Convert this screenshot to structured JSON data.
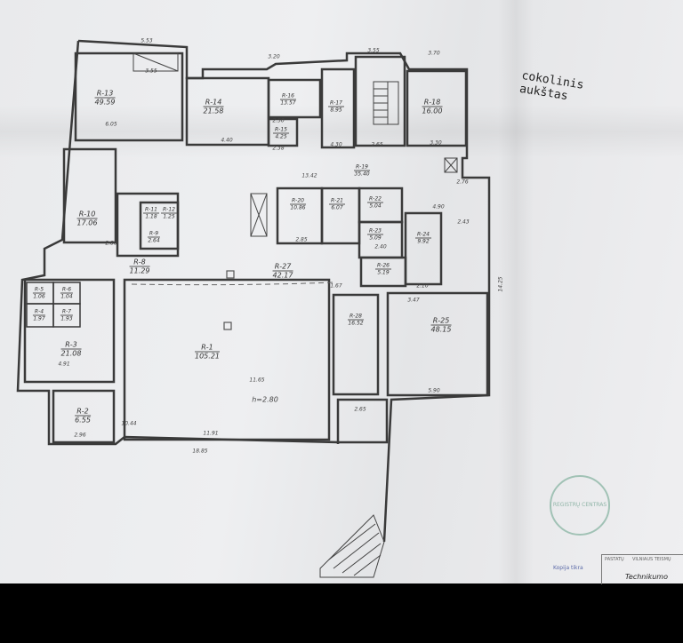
{
  "title": "cokolinis aukštas",
  "ceiling_height": "h=2.80",
  "rooms": [
    {
      "id": "R-13",
      "area": "49.59"
    },
    {
      "id": "R-14",
      "area": "21.58"
    },
    {
      "id": "R-16",
      "area": "13.57"
    },
    {
      "id": "R-15",
      "area": "4.25"
    },
    {
      "id": "R-17",
      "area": "8.95"
    },
    {
      "id": "R-18",
      "area": "16.00"
    },
    {
      "id": "R-19",
      "area": "35.40"
    },
    {
      "id": "R-10",
      "area": "17.06"
    },
    {
      "id": "R-11",
      "area": "1.18"
    },
    {
      "id": "R-12",
      "area": "1.25"
    },
    {
      "id": "R-9",
      "area": "2.64"
    },
    {
      "id": "R-8",
      "area": "11.29"
    },
    {
      "id": "R-20",
      "area": "10.86"
    },
    {
      "id": "R-21",
      "area": "6.07"
    },
    {
      "id": "R-22",
      "area": "5.04"
    },
    {
      "id": "R-23",
      "area": "5.09"
    },
    {
      "id": "R-24",
      "area": "9.92"
    },
    {
      "id": "R-26",
      "area": "5.19"
    },
    {
      "id": "R-27",
      "area": "42.17"
    },
    {
      "id": "R-28",
      "area": "16.52"
    },
    {
      "id": "R-25",
      "area": "48.15"
    },
    {
      "id": "R-1",
      "area": "105.21"
    },
    {
      "id": "R-3",
      "area": "21.08"
    },
    {
      "id": "R-2",
      "area": "6.55"
    },
    {
      "id": "R-5",
      "area": "1.06"
    },
    {
      "id": "R-6",
      "area": "1.04"
    },
    {
      "id": "R-4",
      "area": "1.97"
    },
    {
      "id": "R-7",
      "area": "1.93"
    }
  ],
  "dimensions": [
    "5.53",
    "3.55",
    "6.05",
    "3.20",
    "3.55",
    "3.70",
    "4.40",
    "2.50",
    "2.38",
    "4.30",
    "2.65",
    "3.30",
    "13.42",
    "2.76",
    "4.90",
    "2.43",
    "2.80",
    "2.85",
    "11.91",
    "18.85",
    "4.91",
    "2.96",
    "10.44",
    "11.65",
    "14.25",
    "5.90",
    "3.47",
    "2.10",
    "2.40",
    "1.67",
    "2.65"
  ],
  "stamp": {
    "text": "REGISTRŲ CENTRAS"
  },
  "copy_note": "Kopija tikra",
  "title_block": {
    "signature": "Technikumo",
    "cell1": "VILNIAUS TEISMŲ",
    "cell2": "PASTATŲ"
  }
}
